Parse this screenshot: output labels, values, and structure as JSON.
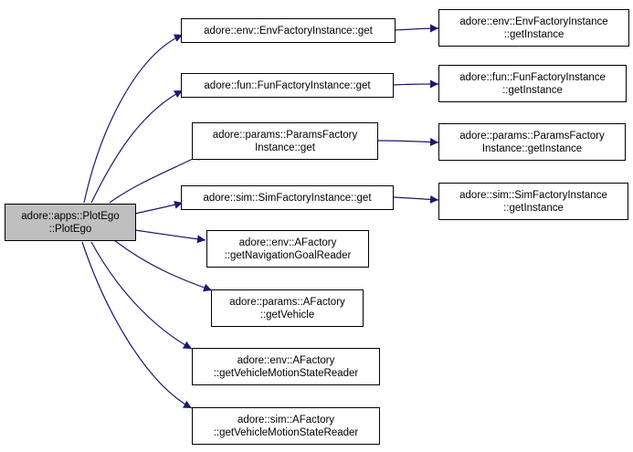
{
  "colors": {
    "edge": "#191970",
    "root_fill": "#bfbfbf",
    "node_fill": "#ffffff",
    "border": "#000000"
  },
  "nodes": {
    "root": [
      "adore::apps::PlotEgo",
      "::PlotEgo"
    ],
    "env_get": [
      "adore::env::EnvFactoryInstance::get"
    ],
    "env_inst": [
      "adore::env::EnvFactoryInstance",
      "::getInstance"
    ],
    "fun_get": [
      "adore::fun::FunFactoryInstance::get"
    ],
    "fun_inst": [
      "adore::fun::FunFactoryInstance",
      "::getInstance"
    ],
    "params_get": [
      "adore::params::ParamsFactory",
      "Instance::get"
    ],
    "params_inst": [
      "adore::params::ParamsFactory",
      "Instance::getInstance"
    ],
    "sim_get": [
      "adore::sim::SimFactoryInstance::get"
    ],
    "sim_inst": [
      "adore::sim::SimFactoryInstance",
      "::getInstance"
    ],
    "env_nav": [
      "adore::env::AFactory",
      "::getNavigationGoalReader"
    ],
    "params_vehicle": [
      "adore::params::AFactory",
      "::getVehicle"
    ],
    "env_motion": [
      "adore::env::AFactory",
      "::getVehicleMotionStateReader"
    ],
    "sim_motion": [
      "adore::sim::AFactory",
      "::getVehicleMotionStateReader"
    ]
  }
}
